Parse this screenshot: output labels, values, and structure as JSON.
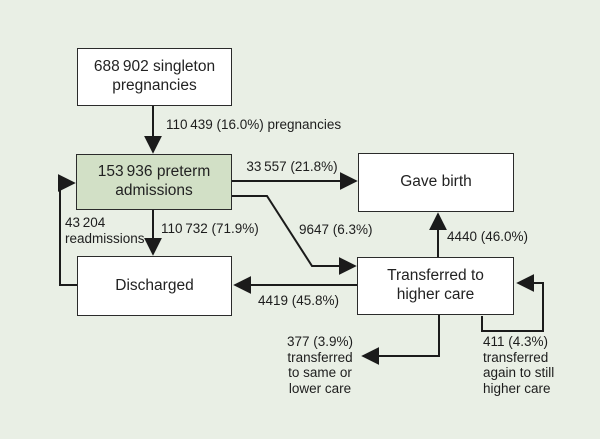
{
  "figure": {
    "type": "flow-diagram",
    "colors": {
      "background": "#e9efe5",
      "node_fill": "#ffffff",
      "highlight_node_fill": "#d2e0c6",
      "node_border": "#2b2b2b",
      "arrow_line": "#1b1b1b",
      "text": "#1d1d1d"
    }
  },
  "nodes": {
    "pregnancies": {
      "label": "688 902 singleton\npregnancies"
    },
    "preterm": {
      "label": "153 936 preterm\nadmissions"
    },
    "gave_birth": {
      "label": "Gave birth"
    },
    "discharged": {
      "label": "Discharged"
    },
    "transferred": {
      "label": "Transferred to\nhigher care"
    }
  },
  "edges": {
    "pregnancies_to_preterm": {
      "label": "110 439 (16.0%) pregnancies"
    },
    "preterm_to_gave_birth": {
      "label": "33 557 (21.8%)"
    },
    "preterm_to_transferred": {
      "label": "9647 (6.3%)"
    },
    "preterm_to_discharged": {
      "label": "110 732 (71.9%)"
    },
    "discharged_to_preterm": {
      "label": "43 204\nreadmissions"
    },
    "transferred_to_gave_birth": {
      "label": "4440 (46.0%)"
    },
    "transferred_to_discharged": {
      "label": "4419 (45.8%)"
    },
    "transferred_to_lower": {
      "label": "377 (3.9%)\ntransferred\nto same or\nlower care"
    },
    "transferred_to_higher_again": {
      "label": "411 (4.3%)\ntransferred\nagain to still\nhigher care"
    }
  }
}
